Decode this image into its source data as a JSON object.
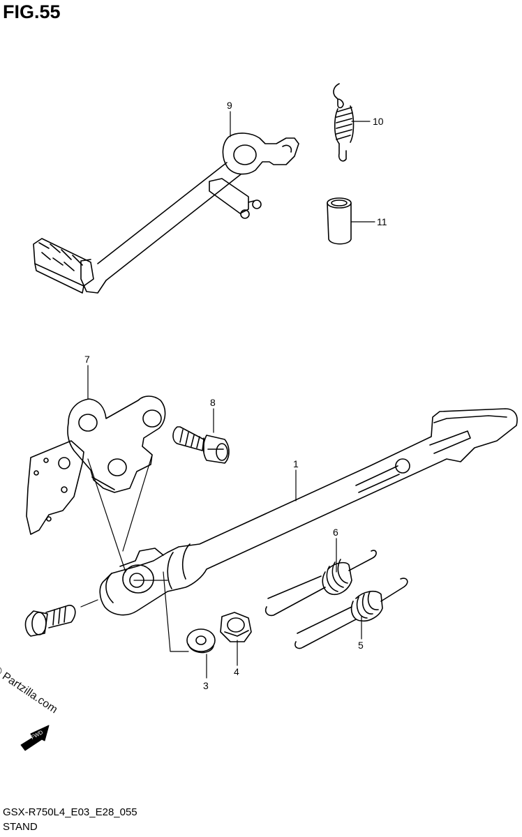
{
  "figure": {
    "title": "FIG.55"
  },
  "footer": {
    "model_code": "GSX-R750L4_E03_E28_055",
    "section_name": "STAND"
  },
  "watermark": {
    "text": "© Partzilla.com"
  },
  "fwd_badge": {
    "label": "FWD"
  },
  "callouts": [
    {
      "id": "callout-1",
      "label": "1"
    },
    {
      "id": "callout-3",
      "label": "3"
    },
    {
      "id": "callout-4",
      "label": "4"
    },
    {
      "id": "callout-5",
      "label": "5"
    },
    {
      "id": "callout-6",
      "label": "6"
    },
    {
      "id": "callout-7",
      "label": "7"
    },
    {
      "id": "callout-8",
      "label": "8"
    },
    {
      "id": "callout-9",
      "label": "9"
    },
    {
      "id": "callout-10",
      "label": "10"
    },
    {
      "id": "callout-11",
      "label": "11"
    }
  ]
}
